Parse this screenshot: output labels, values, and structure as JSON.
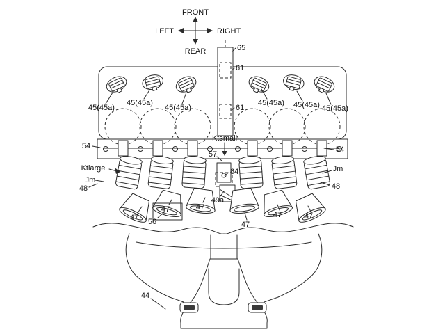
{
  "compass": {
    "front": "FRONT",
    "rear": "REAR",
    "left": "LEFT",
    "right": "RIGHT"
  },
  "refs": {
    "n65": "65",
    "n61": "61",
    "n45": "45(45a)",
    "n54": "54",
    "kt_small": "Ktsmall",
    "n57": "57",
    "kt_large": "Ktlarge",
    "n64": "64",
    "jm": "Jm",
    "n48": "48",
    "n49a": "49a",
    "n47": "47",
    "n56": "56",
    "n44": "44"
  }
}
